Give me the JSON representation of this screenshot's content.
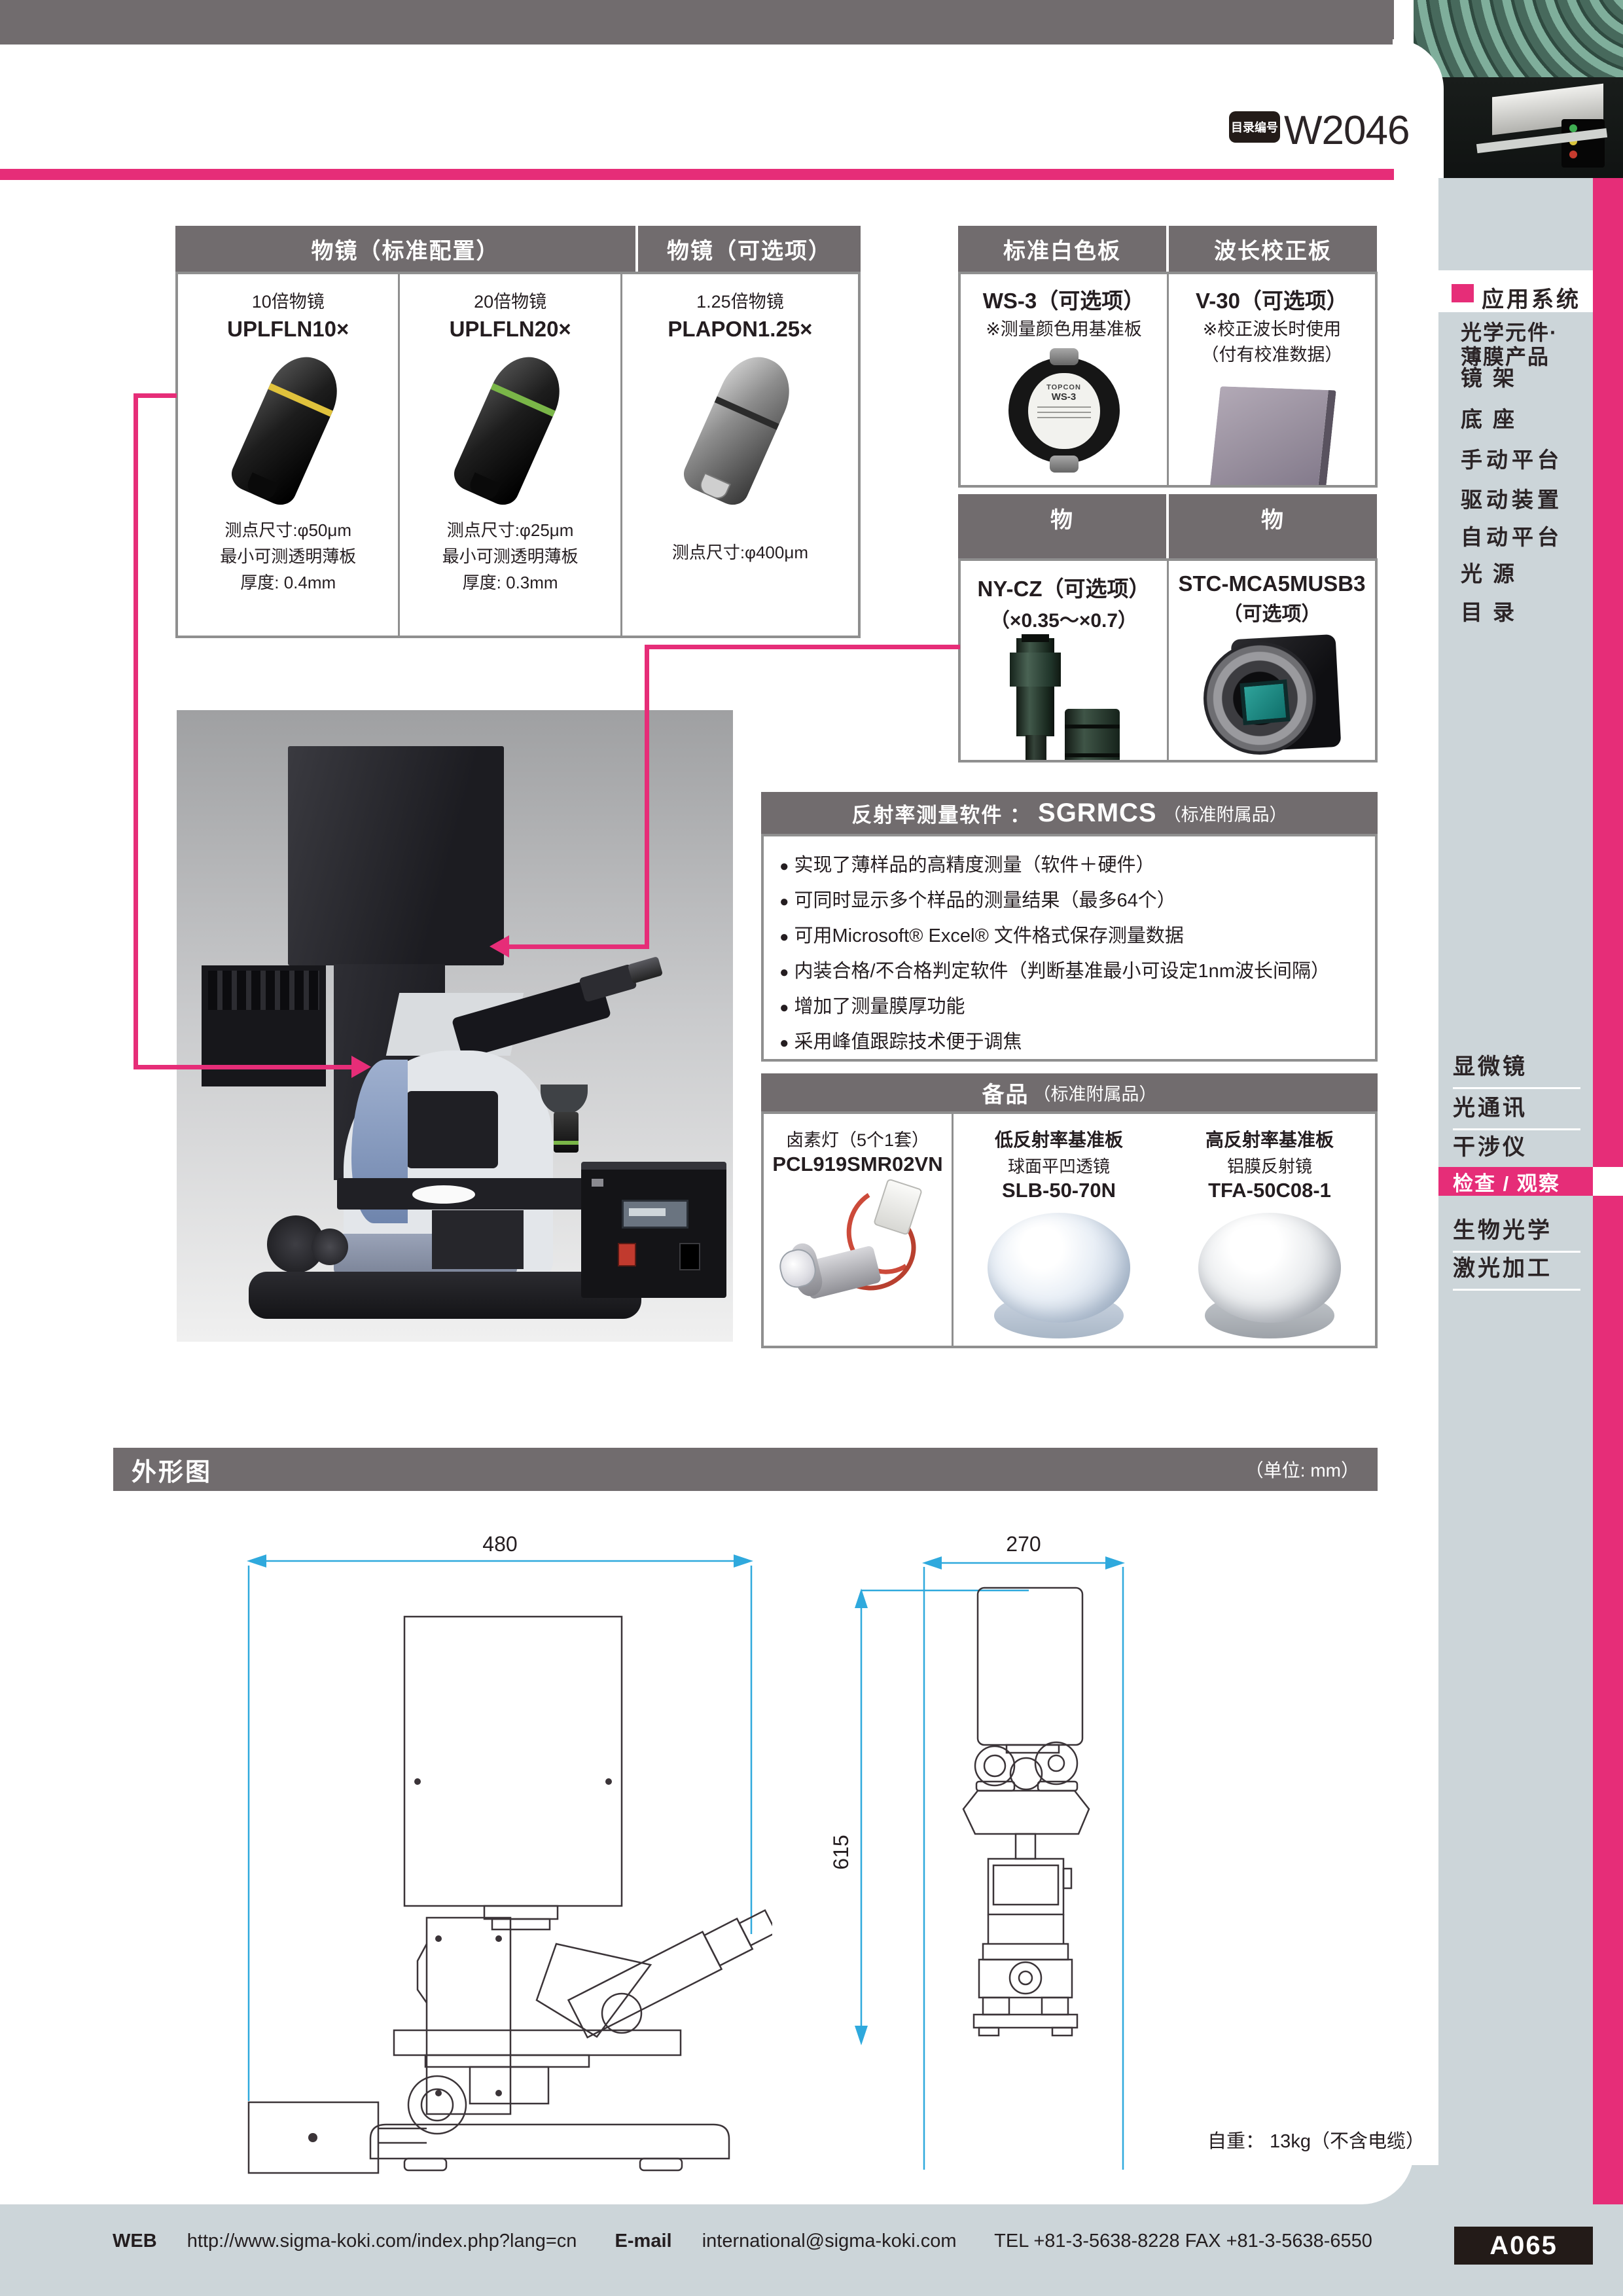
{
  "header": {
    "catalog_label": "目录编号",
    "catalog_number": "W2046"
  },
  "objectives": {
    "header_standard": "物镜（标准配置）",
    "header_optional": "物镜（可选项）",
    "items": [
      {
        "name": "10倍物镜",
        "model": "UPLFLN10×",
        "spec1": "测点尺寸:φ50μm",
        "spec2": "最小可测透明薄板",
        "spec3": "厚度: 0.4mm"
      },
      {
        "name": "20倍物镜",
        "model": "UPLFLN20×",
        "spec1": "测点尺寸:φ25μm",
        "spec2": "最小可测透明薄板",
        "spec3": "厚度: 0.3mm"
      },
      {
        "name": "1.25倍物镜",
        "model": "PLAPON1.25×",
        "spec1": "测点尺寸:φ400μm"
      }
    ]
  },
  "plates": {
    "header_white": "标准白色板",
    "header_wavelength": "波长校正板",
    "ws3": {
      "model": "WS-3（可选项）",
      "note": "※测量颜色用基准板",
      "brand": "TOPCON",
      "disc_label": "WS-3"
    },
    "v30": {
      "model": "V-30（可选项）",
      "note1": "※校正波长时使用",
      "note2": "（付有校准数据）"
    }
  },
  "adapters": {
    "header_left": "物",
    "header_right": "物",
    "nycz": {
      "model": "NY-CZ（可选项）",
      "range": "（×0.35～×0.7）"
    },
    "stc": {
      "model": "STC-MCA5MUSB3",
      "note": "（可选项）"
    }
  },
  "software": {
    "title_prefix": "反射率测量软件 ：",
    "title_model": "SGRMCS",
    "title_suffix": "（标准附属品）",
    "bullets": [
      "实现了薄样品的高精度测量（软件＋硬件）",
      "可同时显示多个样品的测量结果（最多64个）",
      "可用Microsoft® Excel® 文件格式保存测量数据",
      "内装合格/不合格判定软件（判断基准最小可设定1nm波长间隔）",
      "增加了测量膜厚功能",
      "采用峰值跟踪技术便于调焦"
    ]
  },
  "spares": {
    "title_main": "备品",
    "title_sub": "（标准附属品）",
    "lamp": {
      "name": "卤素灯（5个1套）",
      "model": "PCL919SMR02VN"
    },
    "low": {
      "name": "低反射率基准板",
      "sub": "球面平凹透镜",
      "model": "SLB-50-70N"
    },
    "high": {
      "name": "高反射率基准板",
      "sub": "铝膜反射镜",
      "model": "TFA-50C08-1"
    }
  },
  "sidebar": {
    "title": "应用系统",
    "group1": [
      "光学元件·",
      "薄膜产品",
      "镜架",
      "底座",
      "手动平台",
      "驱动装置",
      "自动平台",
      "光源",
      "目录"
    ],
    "group2": [
      "显微镜",
      "光通讯",
      "干涉仪"
    ],
    "active": "检查 / 观察",
    "group3": [
      "生物光学",
      "激光加工"
    ]
  },
  "outline": {
    "title": "外形图",
    "unit": "（单位: mm）",
    "dim_side_width": "480",
    "dim_front_width": "270",
    "dim_front_height": "615",
    "weight": "自重： 13kg（不含电缆）"
  },
  "footer": {
    "web_label": "WEB",
    "web_url": "http://www.sigma-koki.com/index.php?lang=cn",
    "email_label": "E-mail",
    "email": "international@sigma-koki.com",
    "telfax": "TEL +81-3-5638-8228 FAX +81-3-5638-6550",
    "page": "A065"
  },
  "colors": {
    "accent_pink": "#e62d78",
    "header_gray": "#716c6e",
    "panel_gray": "#ccd5d9",
    "dimension_cyan": "#2fa9dd"
  }
}
